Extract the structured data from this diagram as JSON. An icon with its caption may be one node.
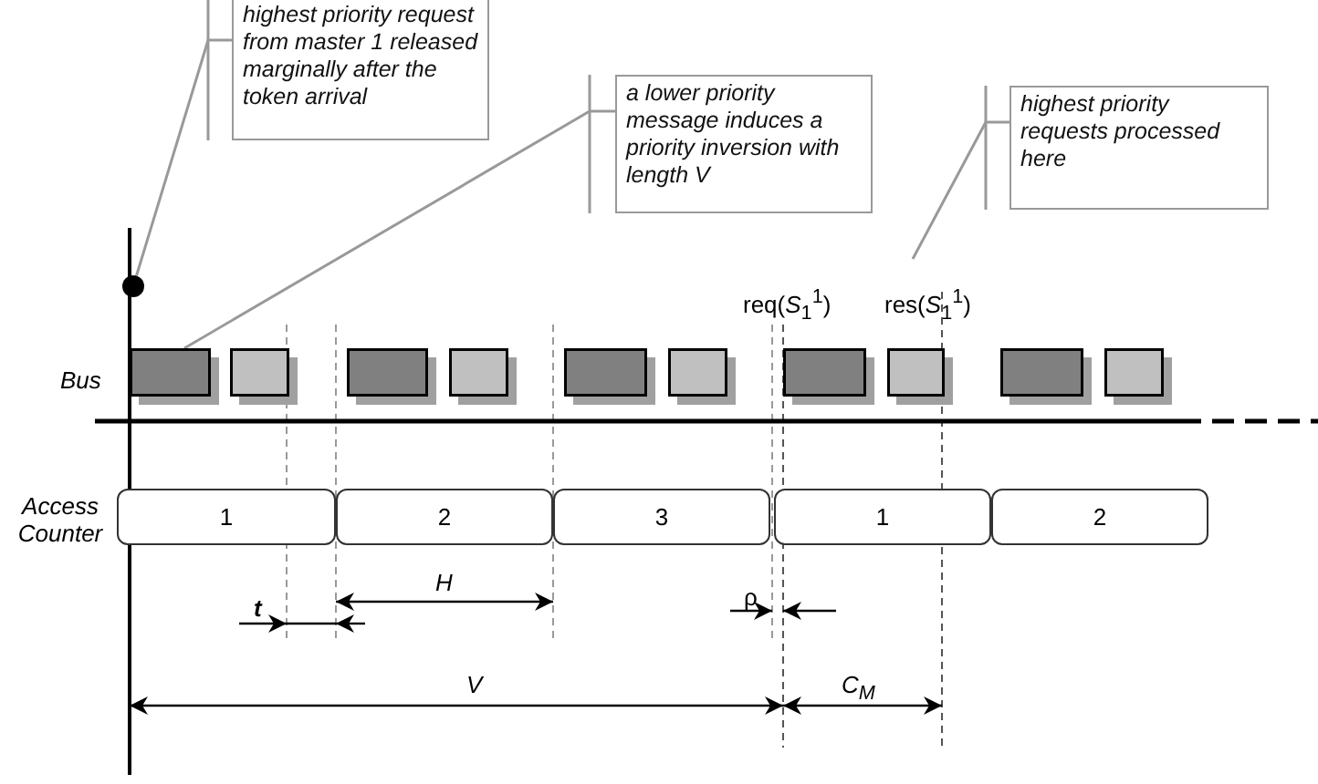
{
  "diagram": {
    "nodes": [
      {
        "text": [
          "highest priority request from master 1 released marginally after the token arrival"
        ]
      },
      {
        "text": [
          "a lower priority message  induces a priority inversion with length V"
        ]
      },
      {
        "text": [
          "highest priority requests processed here"
        ]
      },
      {
        "text": [],
        "shape": "circle"
      },
      {
        "text": [],
        "shape": "box"
      },
      {
        "text": [],
        "shape": "box"
      },
      {
        "text": [],
        "shape": "box"
      },
      {
        "text": [],
        "shape": "box"
      },
      {
        "text": [],
        "shape": "box"
      },
      {
        "text": [],
        "shape": "box"
      },
      {
        "text": [],
        "shape": "box"
      },
      {
        "text": [],
        "shape": "box"
      },
      {
        "text": [],
        "shape": "box"
      },
      {
        "text": [],
        "shape": "box"
      },
      {
        "text": [
          "1"
        ]
      },
      {
        "text": [
          "2"
        ]
      },
      {
        "text": [
          "3"
        ]
      },
      {
        "text": [
          "1"
        ]
      },
      {
        "text": [
          "2"
        ]
      }
    ],
    "edges": [
      {
        "from": 0,
        "to": 3,
        "arrow": "none"
      },
      {
        "from": 1,
        "to": 4,
        "arrow": "none"
      },
      {
        "from": 2,
        "to": null,
        "arrow": "none"
      }
    ],
    "labels": [
      "req(*S*$_{1}$$^{1}$)",
      "res(*S*$_{1}$$^{1}$)",
      "Bus",
      "Access Counter",
      "t",
      "H",
      "ρ",
      "V",
      "C$_{M}$"
    ]
  }
}
